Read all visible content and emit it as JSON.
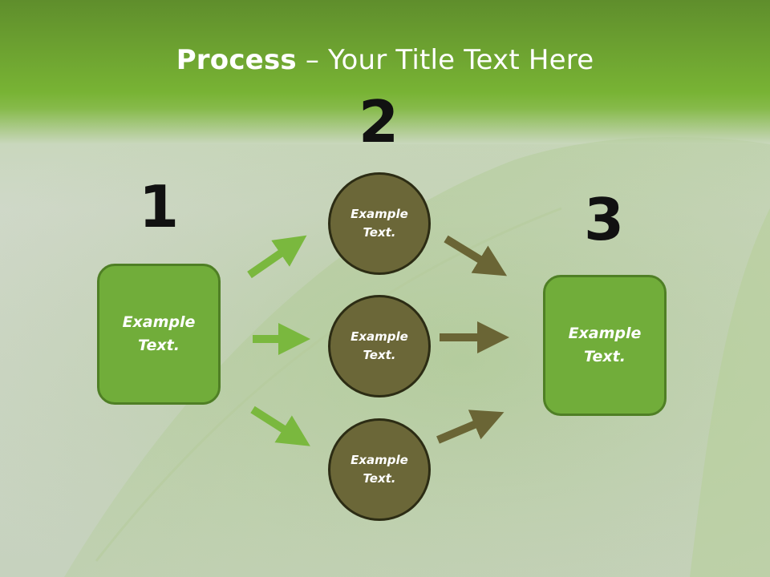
{
  "title": {
    "bold": "Process",
    "rest": " – Your Title Text Here"
  },
  "steps": [
    {
      "number": "1",
      "text": "Example\nText."
    },
    {
      "number": "2",
      "text": "Example\nText."
    },
    {
      "number": "3",
      "text": "Example\nText."
    }
  ],
  "circles": [
    {
      "text": "Example\nText."
    },
    {
      "text": "Example\nText."
    },
    {
      "text": "Example\nText."
    }
  ],
  "colors": {
    "header": "#78b334",
    "box_fill": "#71ad3a",
    "circle_fill": "#6b6738",
    "arrow_green": "#7ab83e",
    "arrow_olive": "#6a6535"
  }
}
